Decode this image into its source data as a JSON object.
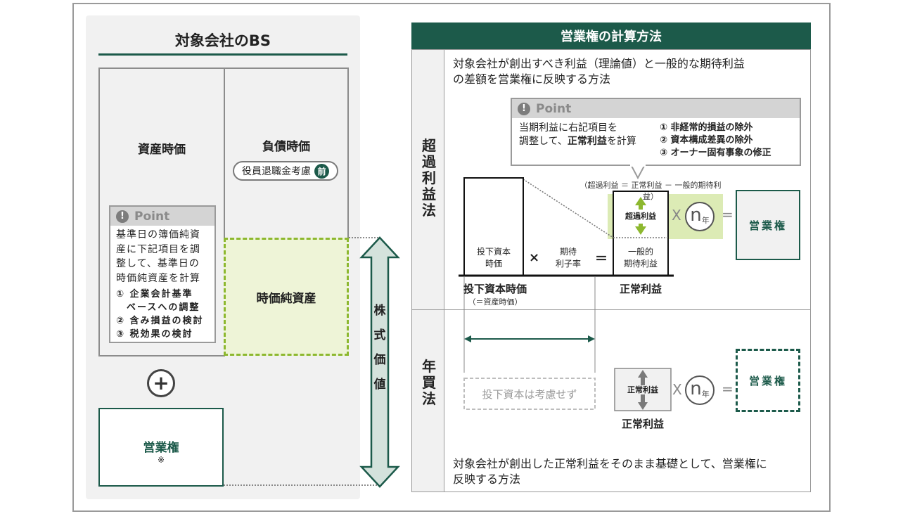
{
  "left": {
    "title": "対象会社のBS",
    "assets_label": "資産時価",
    "liabilities_label": "負債時価",
    "pill_text": "役員退職金考慮",
    "pill_badge": "前",
    "point_header": "Point",
    "point_text": "基準日の簿価純資産に下記項目を調整して、基準日の時価純資産を計算",
    "point_items": [
      "① 企業会計基準",
      "　ベースへの調整",
      "② 含み損益の検討",
      "③ 税効果の検討"
    ],
    "net_assets_label": "時価純資産",
    "plus": "+",
    "goodwill_label": "営業権",
    "goodwill_note": "※",
    "equity_chars": [
      "株",
      "式",
      "価",
      "値"
    ]
  },
  "right": {
    "title": "営業権の計算方法",
    "excess_label_chars": [
      "超",
      "過",
      "利",
      "益",
      "法"
    ],
    "annual_label_chars": [
      "年",
      "買",
      "法"
    ],
    "excess_desc_line1": "対象会社が創出すべき利益（理論値）と一般的な期待利益",
    "excess_desc_line2": "の差額を営業権に反映する方法",
    "point_header": "Point",
    "point_left_line1": "当期利益に右記項目を",
    "point_left_line2_a": "調整して、",
    "point_left_line2_b": "正常利益",
    "point_left_line2_c": "を計算",
    "point_items": [
      "① 非経常的損益の除外",
      "② 資本構成差異の除外",
      "③ オーナー固有事象の修正"
    ],
    "formula_note": "（超過利益 ＝ 正常利益 － 一般的期待利益）",
    "invested_capital_box": "投下資本\n時価",
    "times": "×",
    "expected_rate": "期待\n利子率",
    "equals": "＝",
    "general_expected_profit": "一般的\n期待利益",
    "excess_profit": "超過利益",
    "n": "n",
    "year": "年",
    "goodwill": "営業権",
    "invested_capital_label": "投下資本時価",
    "invested_capital_sub": "（＝資産時価）",
    "normal_profit_label": "正常利益",
    "not_considered": "投下資本は考慮せず",
    "normal_profit_box": "正常利益",
    "annual_desc_line1": "対象会社が創出した正常利益をそのまま基礎として、営業権に",
    "annual_desc_line2": "反映する方法"
  },
  "colors": {
    "dark_green": "#1c5a4a",
    "light_green_fill": "#eef4d7",
    "lime_border": "#8db82f",
    "arrow_green": "#8db82f",
    "grey_panel": "#f1f1f1"
  }
}
